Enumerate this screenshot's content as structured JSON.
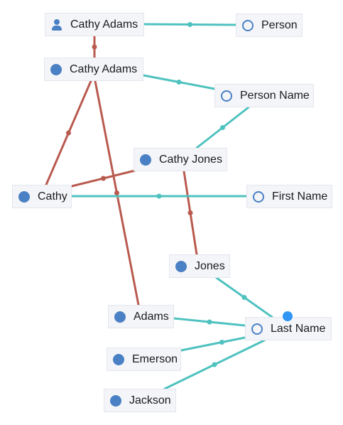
{
  "colors": {
    "node_icon": "#4a80c4",
    "tree_edge": "#b95a4f",
    "link_edge": "#4ec2bf",
    "handle": "#2e95f4",
    "node_bg": "#f4f5f9"
  },
  "nodes": {
    "cathy_adams_person": {
      "label": "Cathy Adams",
      "icon": "person-icon"
    },
    "person": {
      "label": "Person",
      "icon": "hollow-circle-icon"
    },
    "cathy_adams": {
      "label": "Cathy Adams",
      "icon": "filled-circle-icon"
    },
    "person_name": {
      "label": "Person Name",
      "icon": "hollow-circle-icon"
    },
    "cathy_jones": {
      "label": "Cathy Jones",
      "icon": "filled-circle-icon"
    },
    "cathy": {
      "label": "Cathy",
      "icon": "filled-circle-icon"
    },
    "first_name": {
      "label": "First Name",
      "icon": "hollow-circle-icon"
    },
    "jones": {
      "label": "Jones",
      "icon": "filled-circle-icon"
    },
    "adams": {
      "label": "Adams",
      "icon": "filled-circle-icon"
    },
    "last_name": {
      "label": "Last Name",
      "icon": "hollow-circle-icon"
    },
    "emerson": {
      "label": "Emerson",
      "icon": "filled-circle-icon"
    },
    "jackson": {
      "label": "Jackson",
      "icon": "filled-circle-icon"
    }
  },
  "edges": [
    {
      "from": "cathy_adams_person",
      "to": "person",
      "kind": "link"
    },
    {
      "from": "cathy_adams_person",
      "to": "cathy_adams",
      "kind": "tree"
    },
    {
      "from": "cathy_adams",
      "to": "person_name",
      "kind": "link"
    },
    {
      "from": "cathy_adams",
      "to": "cathy",
      "kind": "tree"
    },
    {
      "from": "cathy_adams",
      "to": "adams",
      "kind": "tree"
    },
    {
      "from": "person_name",
      "to": "cathy_jones",
      "kind": "link"
    },
    {
      "from": "cathy_jones",
      "to": "cathy",
      "kind": "tree"
    },
    {
      "from": "cathy_jones",
      "to": "jones",
      "kind": "tree"
    },
    {
      "from": "cathy",
      "to": "first_name",
      "kind": "link"
    },
    {
      "from": "jones",
      "to": "last_name",
      "kind": "link"
    },
    {
      "from": "adams",
      "to": "last_name",
      "kind": "link"
    },
    {
      "from": "emerson",
      "to": "last_name",
      "kind": "link"
    },
    {
      "from": "jackson",
      "to": "last_name",
      "kind": "link"
    }
  ]
}
